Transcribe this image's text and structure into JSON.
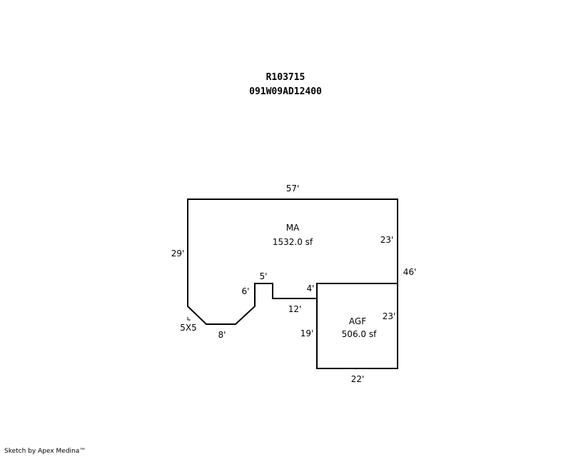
{
  "header": {
    "account_id": "R103715",
    "parcel_id": "091W09AD12400"
  },
  "areas": {
    "main": {
      "code": "MA",
      "size": "1532.0 sf"
    },
    "garage": {
      "code": "AGF",
      "size": "506.0 sf"
    }
  },
  "dimensions": {
    "top": "57'",
    "left": "29'",
    "right_upper": "23'",
    "right_total": "46'",
    "notch_top": "5'",
    "notch_side": "6'",
    "step": "4'",
    "connector": "12'",
    "garage_right": "23'",
    "garage_left": "19'",
    "garage_bottom": "22'",
    "bottom": "8'",
    "corner": "5X5"
  },
  "footer": {
    "credit": "Sketch by Apex Medina™"
  }
}
